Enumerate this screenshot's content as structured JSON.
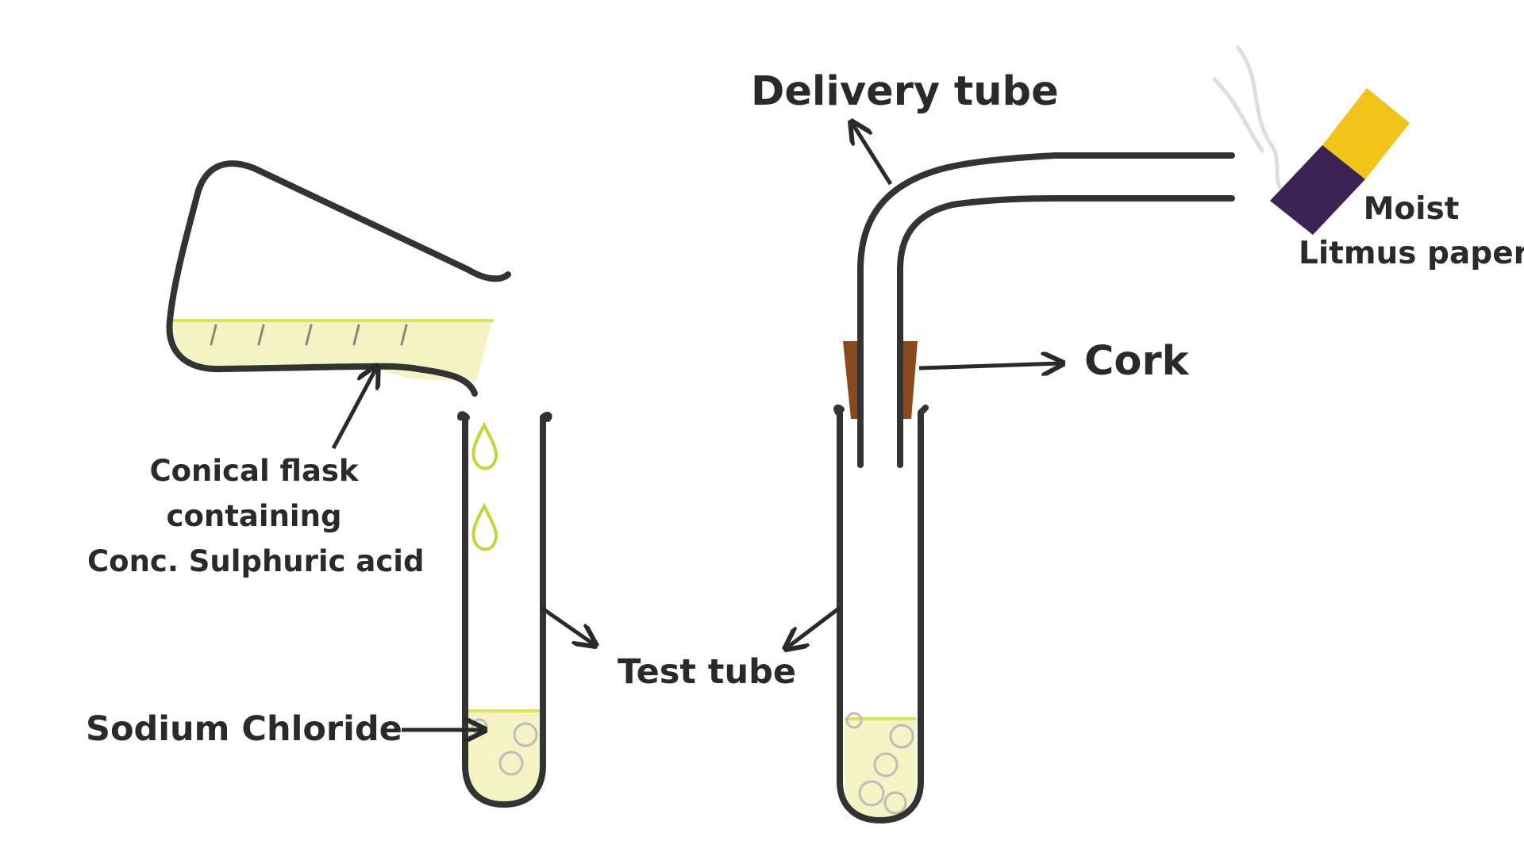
{
  "labels": {
    "conical_flask": [
      "Conical flask",
      "containing",
      "Conc. Sulphuric acid"
    ],
    "sodium_chloride": "Sodium Chloride",
    "test_tube": "Test tube",
    "delivery_tube": "Delivery tube",
    "cork": "Cork",
    "litmus": [
      "Moist",
      "Litmus paper"
    ]
  },
  "colors": {
    "outline": "#333333",
    "acid_fill": "#f3f3c4",
    "acid_line": "#dfe35a",
    "drop": "#c8d23a",
    "cork": "#8a4a1f",
    "litmus_blue": "#3b2355",
    "litmus_red": "#f0c419"
  }
}
